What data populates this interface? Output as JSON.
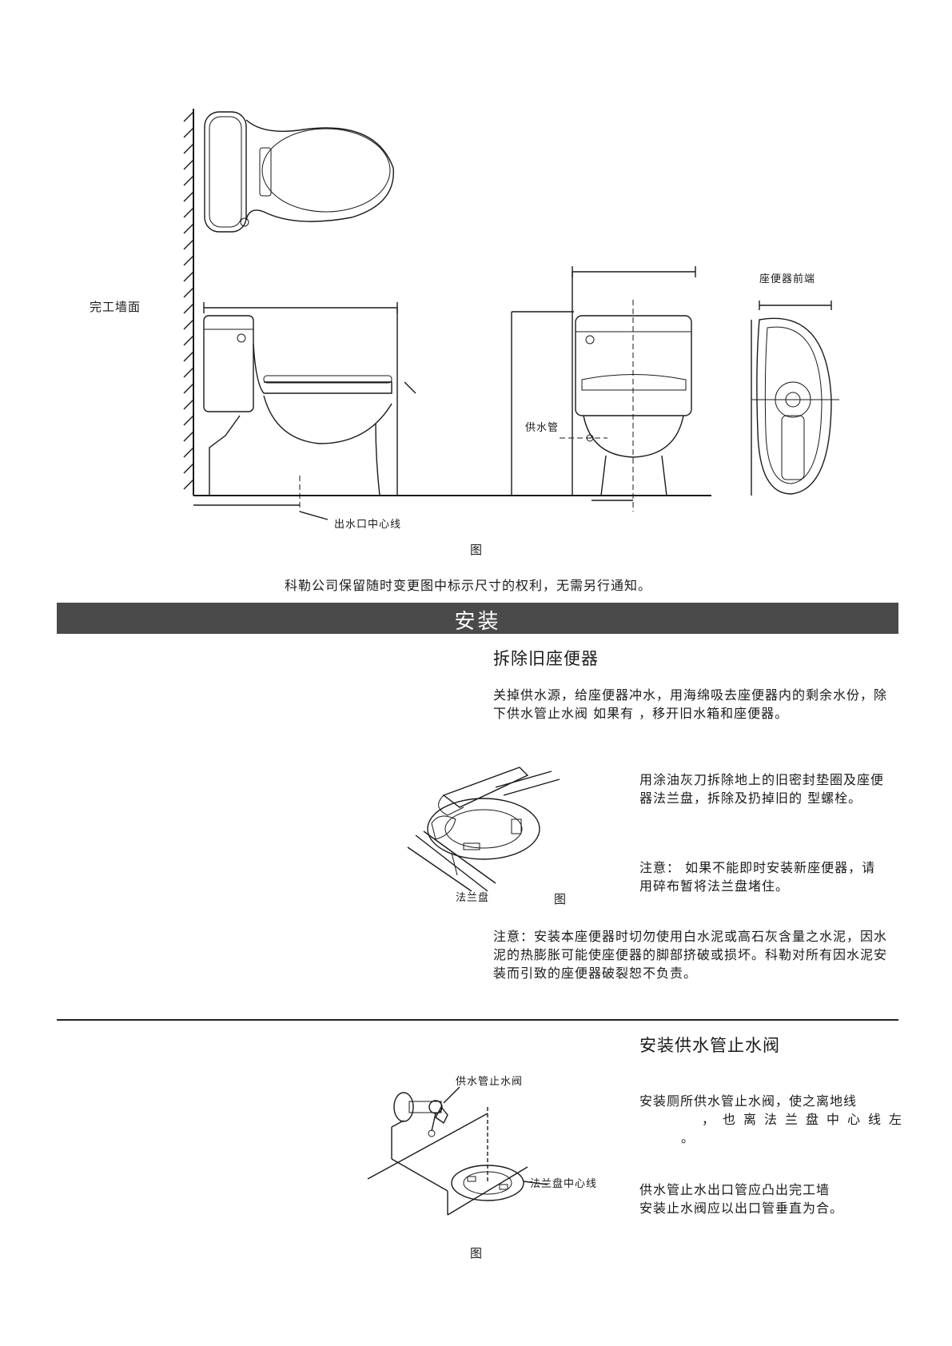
{
  "diagram_top": {
    "label_finished_wall": "完工墙面",
    "label_seat_front": "座便器前端",
    "label_supply_pipe": "供水管",
    "label_outlet_centerline": "出水口中心线",
    "figure_caption": "图"
  },
  "disclaimer": "科勒公司保留随时变更图中标示尺寸的权利，无需另行通知。",
  "section": {
    "title": "安装"
  },
  "remove_old": {
    "heading": "拆除旧座便器",
    "paragraph_1": "关掉供水源，给座便器冲水，用海绵吸去座便器内的剩余水份，除下供水管止水阀 如果有 ，移开旧水箱和座便器。",
    "paragraph_2": "用涂油灰刀拆除地上的旧密封垫圈及座便器法兰盘，拆除及扔掉旧的  型螺栓。",
    "note_1": "注意： 如果不能即时安装新座便器，请用碎布暂将法兰盘堵住。",
    "figure_label_flange": "法兰盘",
    "figure_caption": "图",
    "note_2": "注意：安装本座便器时切勿使用白水泥或高石灰含量之水泥，因水泥的热膨胀可能使座便器的脚部挤破或损坏。科勒对所有因水泥安装而引致的座便器破裂恕不负责。"
  },
  "install_valve": {
    "heading": "安装供水管止水阀",
    "figure_label_valve": "供水管止水阀",
    "figure_label_flange_center": "法兰盘中心线",
    "paragraph_1_line1": "安装厕所供水管止水阀，使之离地线",
    "paragraph_1_line2": "，也离法兰盘中心线左",
    "paragraph_1_line3": "。",
    "paragraph_2_line1": "供水管止水出口管应凸出完工墙",
    "paragraph_2_line2": "安装止水阀应以出口管垂直为合。",
    "figure_caption": "图"
  }
}
